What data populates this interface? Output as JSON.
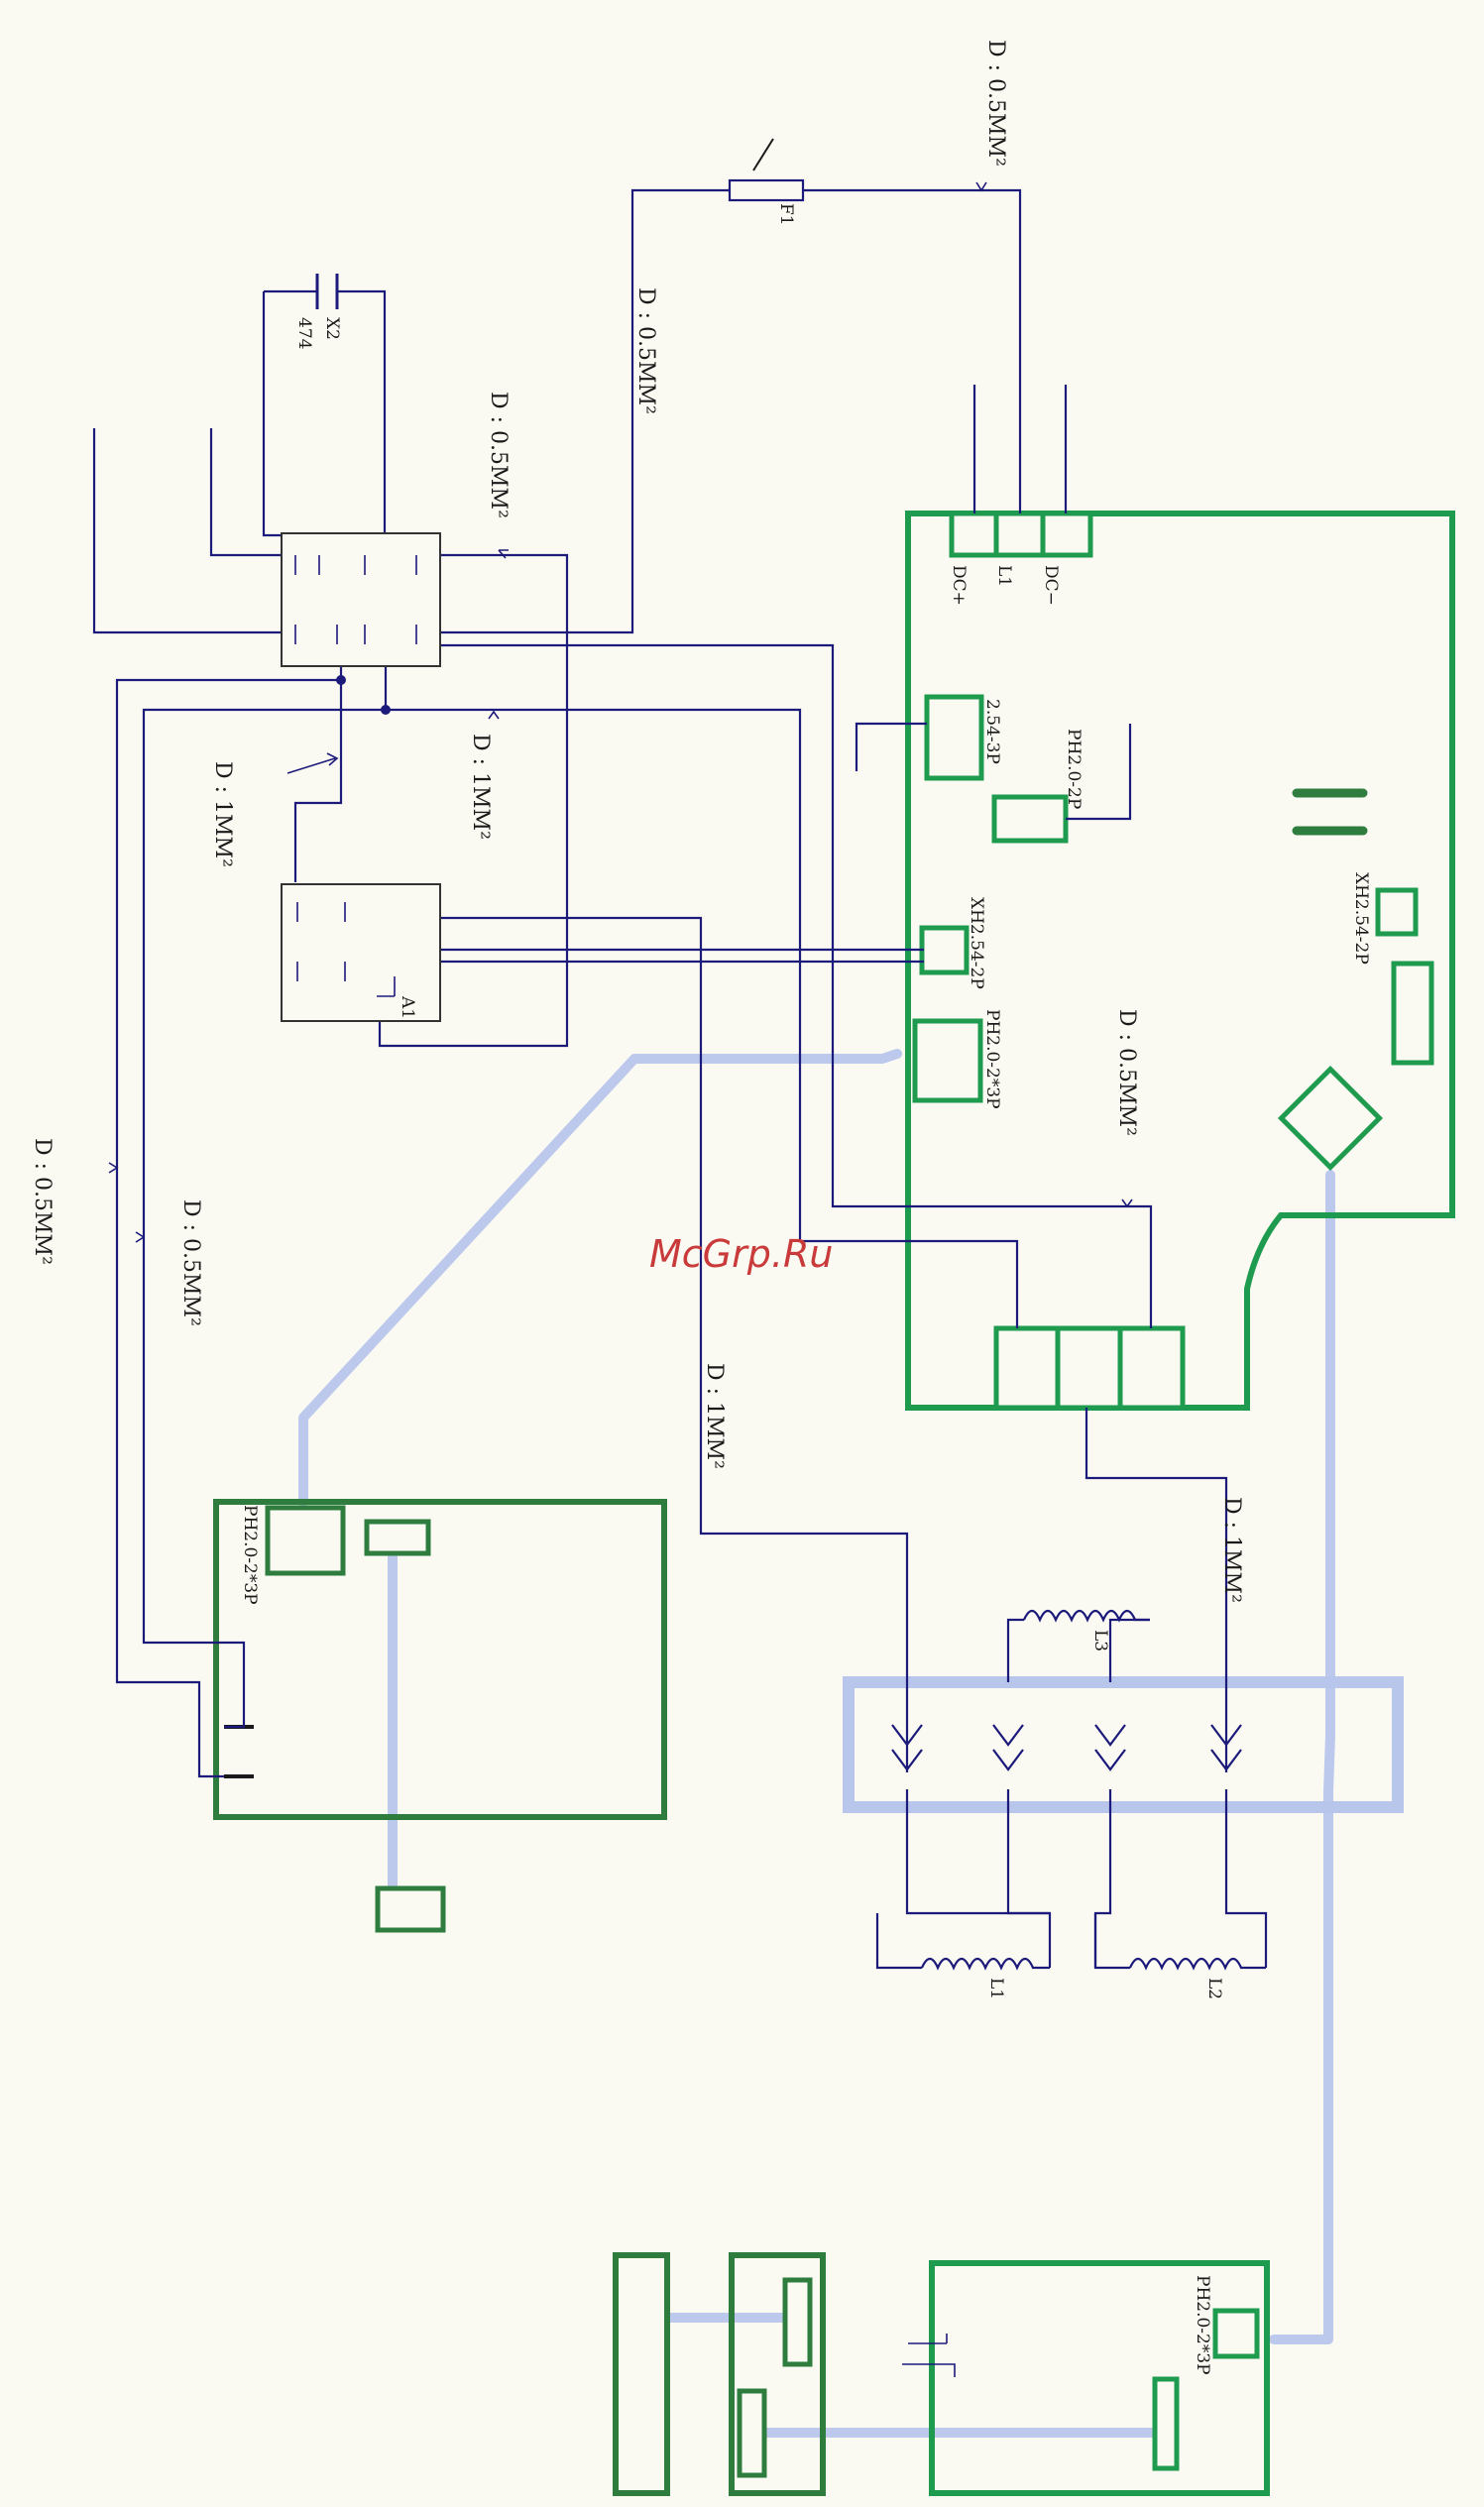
{
  "colors": {
    "wire": "#1c1a7a",
    "board_green": "#1f9b4f",
    "board_dark_green": "#2e7d3f",
    "cable_blue": "#b8c6ec",
    "watermark": "#c93a3a"
  },
  "labels": {
    "wire_fuse_top": "D : 0.5MM²",
    "wire_fuse_left": "D : 0.5MM²",
    "wire_x2": "D : 0.5MM²",
    "wire_1mm_a": "D : 1MM²",
    "wire_1mm_b": "D : 1MM²",
    "wire_left_outer": "D : 0.5MM²",
    "wire_left_inner": "D : 0.5MM²",
    "wire_main_vertical": "D : 1MM²",
    "wire_board_right": "D : 0.5MM²",
    "wire_bottom_1mm": "D : 1MM²",
    "fuse": "F1",
    "capacitor": "X2",
    "capacitor_value": "474",
    "relay": "A1",
    "terminal_dc_plus": "DC+",
    "terminal_l1": "L1",
    "terminal_dc_minus": "DC−",
    "conn_254_3p": "2.54-3P",
    "conn_ph20_2p": "PH2.0-2P",
    "conn_xh254_2p_a": "XH2.54-2P",
    "conn_xh254_2p_b": "XH2.54-2P",
    "conn_ph20_2x3p_main": "PH2.0-2*3P",
    "conn_ph20_2x3p_left": "PH2.0-2*3P",
    "conn_ph20_2x3p_bottom": "PH2.0-2*3P",
    "inductor_l1": "L1",
    "inductor_l2": "L2",
    "inductor_l3": "L3",
    "watermark": "McGrp.Ru"
  }
}
